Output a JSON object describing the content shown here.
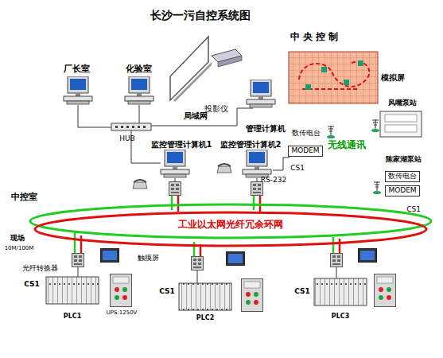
{
  "diagram": {
    "title": "长沙一污自控系统图",
    "nodes": [
      {
        "text": [
          "工业以太网光纤冗余环网"
        ]
      },
      {
        "text": [
          "MODEM"
        ]
      },
      {
        "text": [
          "数传电台"
        ]
      },
      {
        "text": [
          "MODEM"
        ]
      }
    ],
    "labels": [
      "中 央 控 制",
      "厂长室",
      "化验室",
      "模拟屏",
      "投影仪",
      "局域网",
      "管理计算机",
      "数传电台",
      "HUB",
      "监控管理计算机1",
      "监控管理计算机2",
      "无线通讯",
      "风嘴泵站",
      "CS1",
      "陈家湖泵站",
      "CS1",
      "RS-232",
      "中控室",
      "现场",
      "10M/100M",
      "光纤转换器",
      "触摸屏",
      "CS1",
      "CS1",
      "CS1",
      "UPS:1250V",
      "PLC1",
      "PLC2",
      "PLC3"
    ]
  }
}
